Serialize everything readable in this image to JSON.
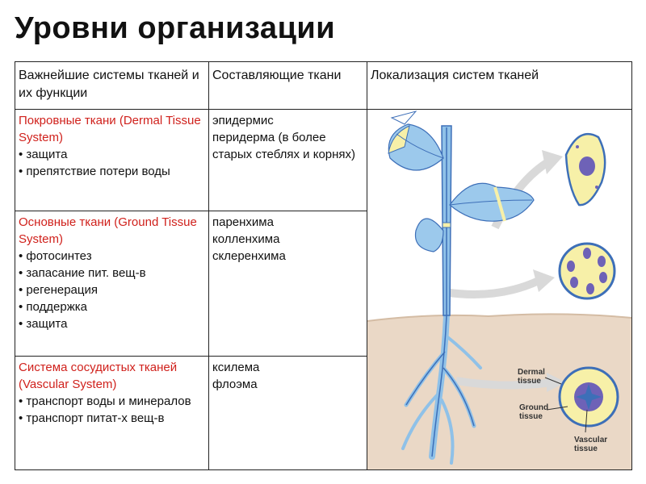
{
  "page": {
    "title": "Уровни организации"
  },
  "table": {
    "headers": [
      "Важнейшие системы тканей и их функции",
      "Составляющие ткани",
      "Локализация систем тканей"
    ],
    "rows": [
      {
        "system": "Покровные ткани (Dermal Tissue System)",
        "functions": [
          "защита",
          "препятствие потери воды"
        ],
        "components": [
          "эпидермис",
          "перидерма (в более старых стеблях и корнях)"
        ]
      },
      {
        "system": "Основные ткани (Ground Tissue System)",
        "functions": [
          "фотосинтез",
          "запасание пит. вещ-в",
          "регенерация",
          "поддержка",
          "защита"
        ],
        "components": [
          "паренхима",
          "колленхима",
          "склеренхима"
        ]
      },
      {
        "system": "Система сосудистых тканей (Vascular System)",
        "functions": [
          "транспорт воды и минералов",
          "транспорт питат-х вещ-в"
        ],
        "components": [
          "ксилема",
          "флоэма"
        ]
      }
    ]
  },
  "illustration": {
    "labels": {
      "dermal": [
        "Dermal",
        "tissue"
      ],
      "ground": [
        "Ground",
        "tissue"
      ],
      "vascular": [
        "Vascular",
        "tissue"
      ]
    },
    "colors": {
      "stem_blue": "#8fc1e8",
      "leaf_blue": "#9cc9ec",
      "vein": "#3d6fb8",
      "ground_yellow": "#f7f0a8",
      "vascular_purple": "#6e62b7",
      "soil": "#ead8c6",
      "arrow_gray": "#d9d9d9"
    }
  }
}
